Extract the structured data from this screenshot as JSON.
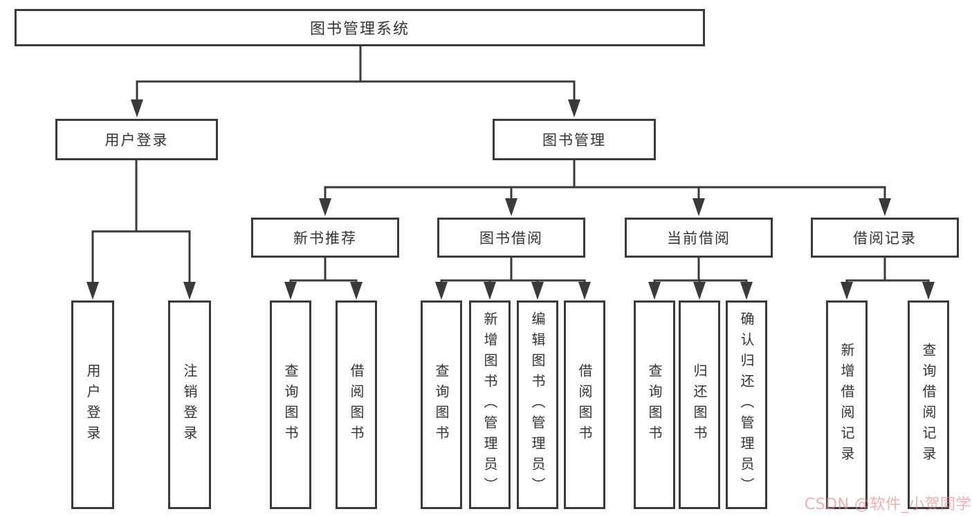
{
  "tree": {
    "label": "图书管理系统",
    "children": [
      {
        "label": "用户登录",
        "children": [
          {
            "label": "用户登录"
          },
          {
            "label": "注销登录"
          }
        ]
      },
      {
        "label": "图书管理",
        "children": [
          {
            "label": "新书推荐",
            "children": [
              {
                "label": "查询图书"
              },
              {
                "label": "借阅图书"
              }
            ]
          },
          {
            "label": "图书借阅",
            "children": [
              {
                "label": "查询图书"
              },
              {
                "label": "新增图书（管理员）"
              },
              {
                "label": "编辑图书（管理员）"
              },
              {
                "label": "借阅图书"
              }
            ]
          },
          {
            "label": "当前借阅",
            "children": [
              {
                "label": "查询图书"
              },
              {
                "label": "归还图书"
              },
              {
                "label": "确认归还（管理员）"
              }
            ]
          },
          {
            "label": "借阅记录",
            "children": [
              {
                "label": "新增借阅记录"
              },
              {
                "label": "查询借阅记录"
              }
            ]
          }
        ]
      }
    ]
  },
  "watermark": {
    "text": "CSDN @软件_小贺同学"
  },
  "colors": {
    "line": "#3a3a3a",
    "text": "#333333",
    "box_background": "#ffffff",
    "watermark": "#ee8282"
  }
}
